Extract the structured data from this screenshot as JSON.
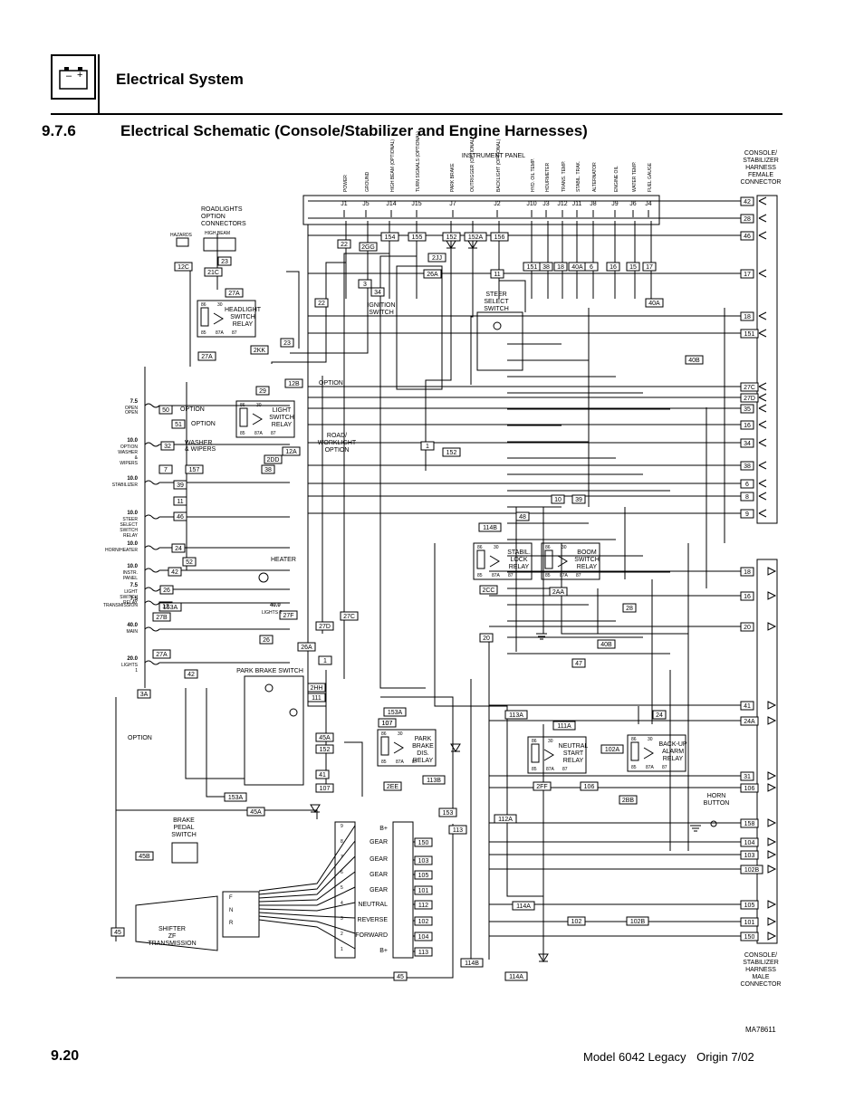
{
  "header": {
    "section_title": "Electrical System",
    "battery_symbols": [
      "–",
      "+"
    ]
  },
  "section": {
    "number": "9.7.6",
    "title": "Electrical Schematic (Console/Stabilizer and Engine Harnesses)"
  },
  "footer": {
    "page_number": "9.20",
    "model": "Model  6042  Legacy",
    "origin": "Origin  7/02"
  },
  "drawing_id": "MA78611",
  "instrument_panel": {
    "title": "INSTRUMENT PANEL",
    "gauge_labels": [
      "POWER",
      "GROUND",
      "HIGH BEAM (OPTIONAL)",
      "TURN SIGNALS (OPTIONAL)",
      "PARK BRAKE",
      "OUTRIGGER (OPTIONAL)",
      "BACKLIGHT (OPTIONAL)",
      "HYD. OIL TEMP.",
      "HOURMETER",
      "TRANS. TEMP.",
      "STABIL. TRAK.",
      "ALTERNATOR",
      "ENGINE OIL",
      "WATER TEMP.",
      "FUEL GAUGE"
    ],
    "jacks": [
      "J1",
      "J5",
      "J14",
      "J15",
      "J7",
      "J2",
      "J10",
      "J3",
      "J12",
      "J11",
      "J8",
      "J9",
      "J6",
      "J4"
    ],
    "wires": [
      "22",
      "2GG",
      "154",
      "155",
      "152",
      "152A",
      "156",
      "151",
      "38",
      "18",
      "40A",
      "6",
      "16",
      "15",
      "17"
    ]
  },
  "connectors": {
    "female_title": "CONSOLE/ STABILIZER HARNESS FEMALE CONNECTOR",
    "female_pins": [
      "42",
      "28",
      "46",
      "17",
      "18",
      "151",
      "27C",
      "27D",
      "35",
      "16",
      "34",
      "38",
      "6",
      "8",
      "9"
    ],
    "male_title": "CONSOLE/ STABILIZER HARNESS MALE CONNECTOR",
    "male_pins": [
      "18",
      "16",
      "20",
      "41",
      "24A",
      "31",
      "106",
      "158",
      "104",
      "103",
      "102B",
      "105",
      "101",
      "150"
    ]
  },
  "component_labels": {
    "roadlights": "ROADLIGHTS OPTION CONNECTORS",
    "hazards": "HAZARDS",
    "high_beam": "HIGH BEAM",
    "headlight_relay": "HEADLIGHT SWITCH RELAY",
    "ignition": "IGNITION SWITCH",
    "steer_select": "STEER SELECT SWITCH",
    "light_relay": "LIGHT SWITCH RELAY",
    "option": "OPTION",
    "road_worklight": "ROAD/ WORKLIGHT OPTION",
    "washer": "WASHER & WIPERS",
    "heater": "HEATER",
    "stabil_relay": "STABIL. LOCK RELAY",
    "boom_relay": "BOOM SWITCH RELAY",
    "park_brake_switch": "PARK BRAKE SWITCH",
    "park_brake_relay": "PARK BRAKE DIS. RELAY",
    "neutral_relay": "NEUTRAL START RELAY",
    "backup_relay": "BACK-UP ALARM RELAY",
    "horn_button": "HORN BUTTON",
    "brake_pedal": "BRAKE PEDAL SWITCH",
    "shifter": "SHIFTER ZF TRANSMISSION",
    "shifter_positions": [
      "F",
      "N",
      "R"
    ],
    "gear_labels": [
      "B+",
      "GEAR",
      "GEAR",
      "GEAR",
      "GEAR",
      "NEUTRAL",
      "REVERSE",
      "FORWARD",
      "B+"
    ],
    "gear_wires": [
      "150",
      "103",
      "105",
      "101",
      "112",
      "102",
      "104",
      "113"
    ],
    "bottom_option": "OPTION",
    "lights2": "LIGHTS 2",
    "open": "OPEN"
  },
  "fuses": [
    {
      "amp": "7.5",
      "name": "OPEN"
    },
    {
      "amp": "10.0",
      "name": "OPTION WASHER & WIPERS"
    },
    {
      "amp": "10.0",
      "name": "STABILIZER"
    },
    {
      "amp": "10.0",
      "name": "STEER SELECT SWITCH RELAY"
    },
    {
      "amp": "10.0",
      "name": "HORN/HEATER"
    },
    {
      "amp": "10.0",
      "name": "INSTR. PANEL"
    },
    {
      "amp": "7.5",
      "name": "LIGHT SWITCH RELAY"
    },
    {
      "amp": "7.5",
      "name": "TRANSMISSION"
    },
    {
      "amp": "40.0",
      "name": "MAIN"
    },
    {
      "amp": "20.0",
      "name": "LIGHTS 1"
    },
    {
      "amp": "40.0",
      "name": "LIGHTS 2"
    }
  ],
  "left_wires": [
    "50",
    "51",
    "32",
    "7",
    "157",
    "39",
    "11",
    "46",
    "24",
    "52",
    "42",
    "26",
    "12",
    "153A",
    "27B",
    "27A",
    "42",
    "3A"
  ],
  "misc_wires": [
    "12C",
    "21C",
    "23",
    "27A",
    "2KK",
    "23",
    "27A",
    "22",
    "3",
    "34",
    "2JJ",
    "26A",
    "11",
    "12B",
    "29",
    "2DD",
    "12A",
    "38",
    "1",
    "152",
    "26",
    "27F",
    "27D",
    "27C",
    "26A",
    "1",
    "2HH",
    "111",
    "45A",
    "152",
    "107",
    "41",
    "107",
    "153A",
    "45A",
    "45B",
    "45",
    "45",
    "114B",
    "114A",
    "2CC",
    "2AA",
    "28",
    "40B",
    "47",
    "20",
    "10",
    "39",
    "114B",
    "48",
    "153A",
    "107",
    "2EE",
    "113B",
    "153",
    "113",
    "113A",
    "111A",
    "2FF",
    "106",
    "102A",
    "2BB",
    "112A",
    "114A",
    "102",
    "102B",
    "24",
    "40A",
    "40B"
  ],
  "colors": {
    "ink": "#000000",
    "paper": "#ffffff",
    "shade": "#d9d9d9"
  }
}
